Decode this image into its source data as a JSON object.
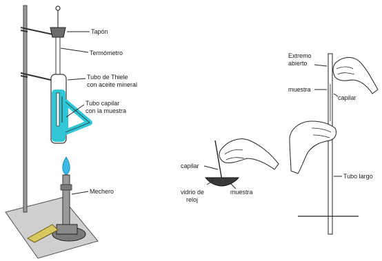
{
  "left_diagram": {
    "labels": {
      "tapon": "Tapón",
      "termometro": "Termómetro",
      "tubo_thiele_line1": "Tubo de Thiele",
      "tubo_thiele_line2": "con aceite mineral",
      "tubo_capilar_line1": "Tubo capilar",
      "tubo_capilar_line2": "con la muestra",
      "mechero": "Mechero"
    },
    "colors": {
      "thiele_liquid": "#2fc6d6",
      "flame": "#3ab8e6",
      "hose": "#d8c860",
      "plate": "#c9c9c9",
      "rod": "#555555"
    }
  },
  "middle_diagram": {
    "labels": {
      "capilar": "capilar",
      "vidrio_line1": "vidrio de",
      "vidrio_line2": "reloj",
      "muestra": "muestra"
    }
  },
  "right_diagram": {
    "labels": {
      "extremo_line1": "Extremo",
      "extremo_line2": "abierto",
      "muestra": "muestra",
      "capilar": "capilar",
      "tubo_largo": "Tubo largo"
    }
  }
}
